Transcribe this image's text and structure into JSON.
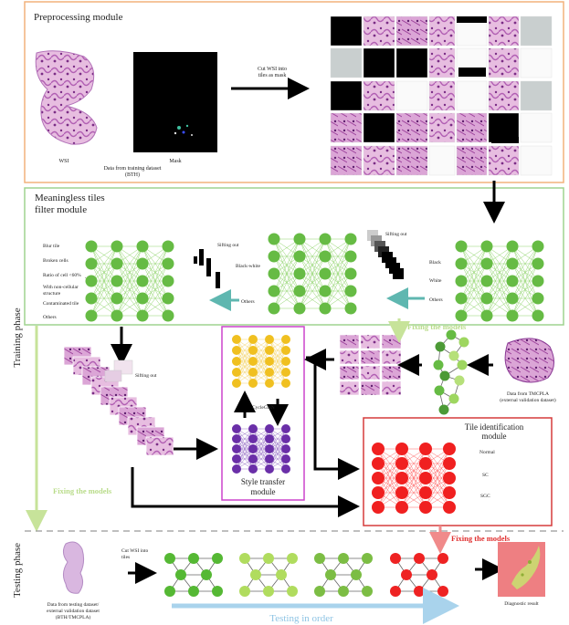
{
  "modules": {
    "preprocessing": {
      "title": "Preprocessing module",
      "wsi_label": "WSI",
      "mask_label": "Mask",
      "source_line1": "Data from training dataset",
      "source_line2": "(BTH)",
      "cut_line1": "Cut WSI into",
      "cut_line2": "tiles as mask"
    },
    "filter": {
      "title_line1": "Meaningless tiles",
      "title_line2": "filter module",
      "left_classes": [
        "Blur tile",
        "Broken cells",
        "Ratio of cell <60%",
        "With  non-cellular",
        "structure",
        "Contaminated tile",
        "Others"
      ],
      "dots": "......",
      "sifting_out_1": "Sifting out",
      "black_white": "Black-white",
      "others_1": "Others",
      "sifting_out_2": "Sifting out",
      "right_classes": [
        "Black",
        "White",
        "Others"
      ]
    },
    "middle": {
      "sifting_out": "Sifting out",
      "cyclegan": "CycleGAN",
      "style_line1": "Style transfer",
      "style_line2": "module",
      "fixing_models_1": "Fixing the models",
      "tmcpla_line1": "Data from TMCPLA",
      "tmcpla_line2": "(external validation dataset)"
    },
    "tile_id": {
      "title_line1": "Tile identification",
      "title_line2": "module",
      "classes": [
        "Normal",
        "SC",
        "SGC"
      ]
    },
    "phases": {
      "training": "Training phase",
      "testing": "Testing phase",
      "fixing_models_2": "Fixing the models",
      "fixing_models_3": "Fixing the models"
    },
    "testing": {
      "source_line1": "Data from testing dataset/",
      "source_line2": "external validation dataset",
      "source_line3": "(BTH/TMCPLA)",
      "cut_line1": "Cut WSI into",
      "cut_line2": "tiles",
      "diagnostic": "Diagnostic result",
      "in_order": "Testing in order"
    }
  },
  "colors": {
    "orange_box": "#f2b27c",
    "green_box": "#9fd38f",
    "magenta_box": "#cc44cc",
    "red_box": "#d63b3b",
    "net_green": "#66bb44",
    "net_yellow": "#f0c020",
    "net_purple": "#6a2fa8",
    "net_red": "#f02020",
    "tissue": "#c27ac0",
    "arrow_teal": "#5fb7b0",
    "arrow_lightgreen": "#c7e39a",
    "arrow_lightblue": "#a9d3ec",
    "arrow_pink": "#f08a8a"
  }
}
